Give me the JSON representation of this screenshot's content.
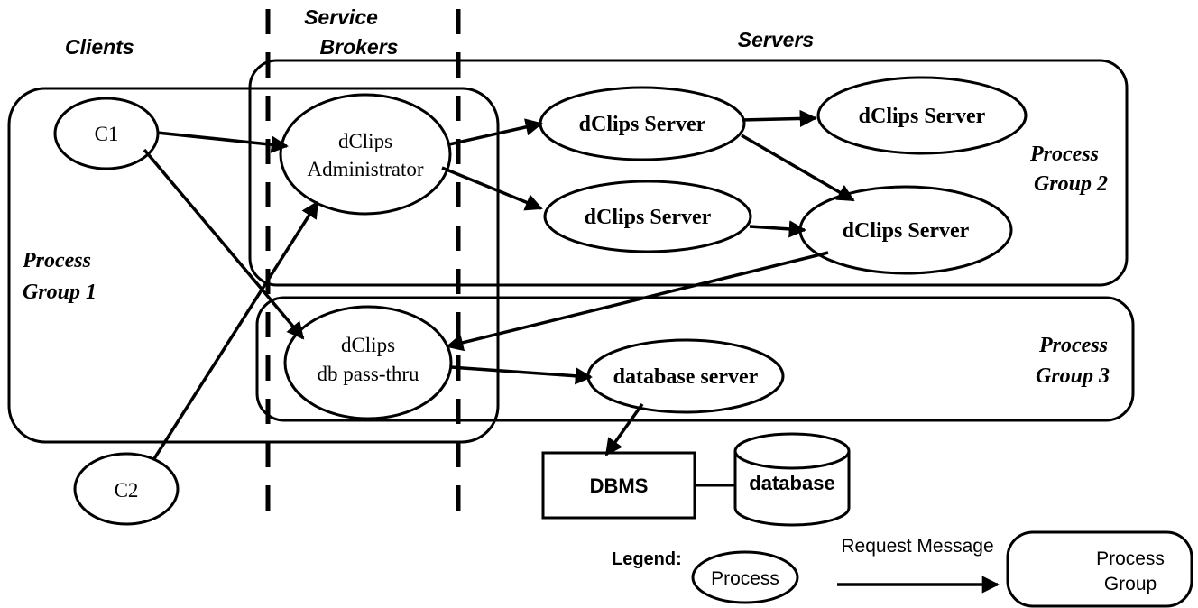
{
  "columns": {
    "clients": "Clients",
    "service_brokers_line1": "Service",
    "service_brokers_line2": "Brokers",
    "servers": "Servers"
  },
  "groups": {
    "group1_line1": "Process",
    "group1_line2": "Group 1",
    "group2_line1": "Process",
    "group2_line2": "Group 2",
    "group3_line1": "Process",
    "group3_line2": "Group 3"
  },
  "processes": {
    "c1": "C1",
    "c2": "C2",
    "admin_line1": "dClips",
    "admin_line2": "Administrator",
    "passthru_line1": "dClips",
    "passthru_line2": "db pass-thru",
    "server_a": "dClips Server",
    "server_b": "dClips Server",
    "server_c": "dClips Server",
    "server_d": "dClips Server",
    "database_server": "database server"
  },
  "storage": {
    "dbms": "DBMS",
    "database": "database"
  },
  "legend": {
    "title": "Legend:",
    "process": "Process",
    "request_message": "Request Message",
    "group_line1": "Process",
    "group_line2": "Group"
  }
}
